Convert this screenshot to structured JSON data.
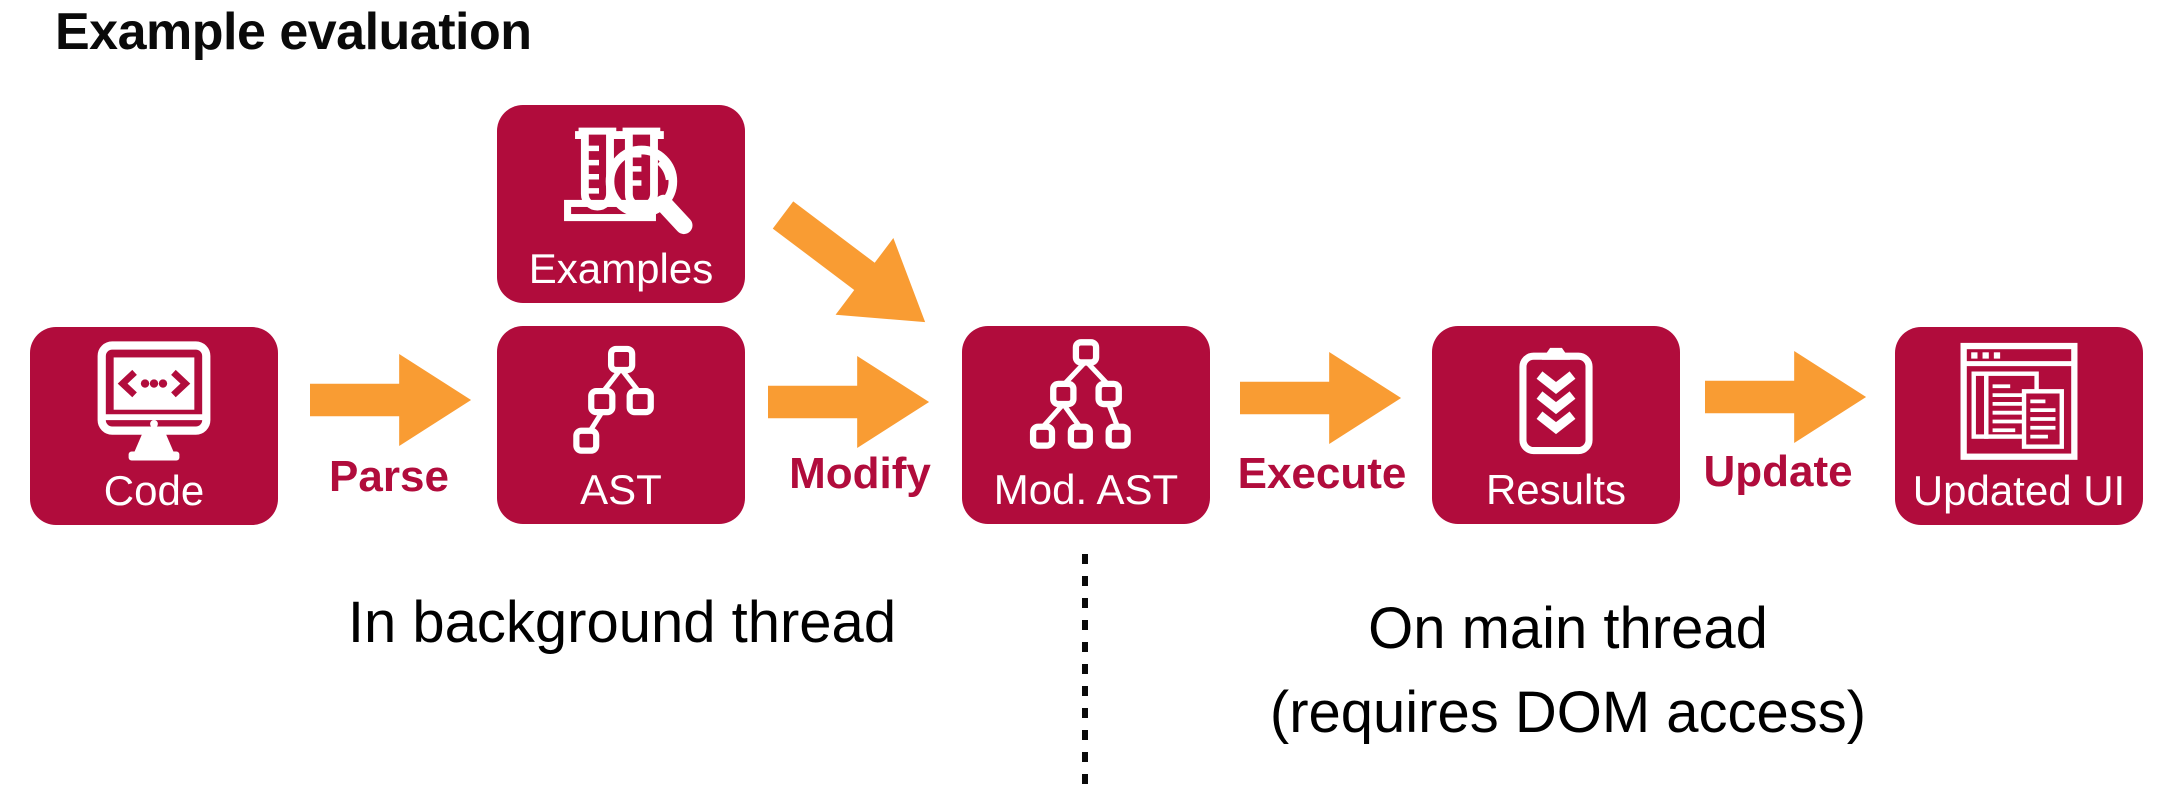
{
  "title": "Example evaluation",
  "colors": {
    "box_crimson": "#B10C3C",
    "arrow_orange": "#F99C33",
    "text_black": "#000000",
    "label_white": "#ffffff"
  },
  "nodes": [
    {
      "id": "code",
      "label": "Code",
      "icon": "code-monitor-icon"
    },
    {
      "id": "examples",
      "label": "Examples",
      "icon": "test-tubes-magnifier-icon"
    },
    {
      "id": "ast",
      "label": "AST",
      "icon": "syntax-tree-icon"
    },
    {
      "id": "mod-ast",
      "label": "Mod. AST",
      "icon": "modified-syntax-tree-icon"
    },
    {
      "id": "results",
      "label": "Results",
      "icon": "clipboard-checklist-icon"
    },
    {
      "id": "updated-ui",
      "label": "Updated UI",
      "icon": "browser-window-icon"
    }
  ],
  "arrows": [
    {
      "id": "parse",
      "label": "Parse"
    },
    {
      "id": "modify",
      "label": "Modify"
    },
    {
      "id": "execute",
      "label": "Execute"
    },
    {
      "id": "update",
      "label": "Update"
    },
    {
      "id": "examples-to-mod-ast",
      "label": ""
    }
  ],
  "annotations": {
    "background_thread": "In background thread",
    "main_thread_line1": "On main thread",
    "main_thread_line2": "(requires DOM access)"
  }
}
